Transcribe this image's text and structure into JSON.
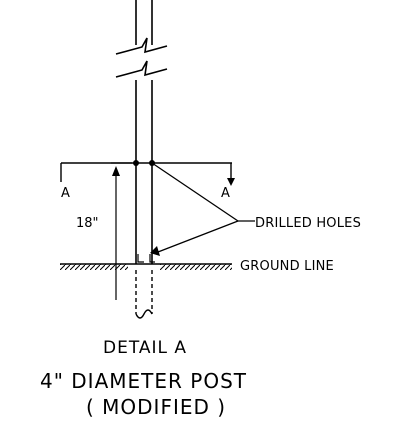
{
  "diagram": {
    "section_mark_left": "A",
    "section_mark_right": "A",
    "dimension_label": "18\"",
    "callout_drilled_holes": "DRILLED HOLES",
    "callout_ground_line": "GROUND LINE",
    "detail_label": "DETAIL A",
    "title": "4\" DIAMETER POST",
    "subtitle": "( MODIFIED )"
  },
  "colors": {
    "line": "#000000",
    "background": "#ffffff"
  }
}
